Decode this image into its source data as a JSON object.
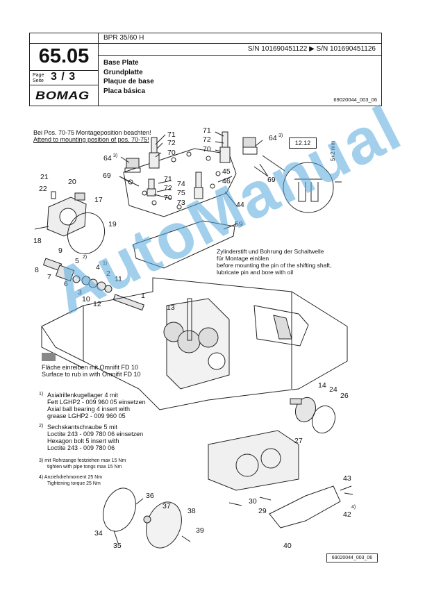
{
  "header": {
    "doc_number": "65.05",
    "page_label_de": "Page",
    "page_label_en": "Seite",
    "page_value": "3 / 3",
    "brand": "BOMAG",
    "model": "BPR 35/60 H",
    "serial_range": "S/N 101690451122  ▶  S/N 101690451126",
    "title_en": "Base Plate",
    "title_de": "Grundplatte",
    "title_fr": "Plaque de base",
    "title_es": "Placa básica",
    "doc_ref": "69020044_003_06"
  },
  "notes": {
    "mounting_de": "Bei Pos. 70-75 Montageposition beachten!",
    "mounting_en": "Attend to mounting position of pos. 70-75!",
    "pin_de1": "Zylinderstift und Bohrung der Schaltwelle",
    "pin_de2": "für Montage einölen",
    "pin_en1": "before mounting the pin of the shifting shaft,",
    "pin_en2": "lubricate pin and bore with oil",
    "surface_de": "Fläche einreiben mit Omnifit FD 10",
    "surface_en": "Surface to rub in with Omnifit FD 10",
    "fn1_num": "1)",
    "fn1_l1": "Axialrillenkugellager 4 mit",
    "fn1_l2": "Fett LGHP2 - 009 960 05 einsetzen",
    "fn1_l3": "Axial ball bearing 4 insert  with",
    "fn1_l4": "grease LGHP2 - 009 960 05",
    "fn2_num": "2)",
    "fn2_l1": "Sechskantschraube 5 mit",
    "fn2_l2": "Loctite 243 - 009 780 06 einsetzen",
    "fn2_l3": "Hexagon bolt 5 insert  with",
    "fn2_l4": "Loctite 243 - 009 780 06",
    "fn3_num": "3)",
    "fn3_l1": "mit Rohrzange festziehen max 15 Nm",
    "fn3_l2": "tighten with pipe tongs max 15 Nm",
    "fn4_num": "4)",
    "fn4_l1": "Anziehdrehmoment 25 Nm",
    "fn4_l2": "Tightening torque 25 Nm",
    "detail_ref": "12.12",
    "detail_dim": "5+2 mm",
    "footer_ref": "69020044_003_06"
  },
  "callouts": {
    "c1": "1",
    "c2": "2",
    "c3": "3",
    "c4": "4",
    "c4n": "1)",
    "c5": "5",
    "c5n": "2)",
    "c6": "6",
    "c7": "7",
    "c8": "8",
    "c9": "9",
    "c10": "10",
    "c11": "11",
    "c12": "12",
    "c13": "13",
    "c14": "14",
    "c17": "17",
    "c18": "18",
    "c19": "19",
    "c20": "20",
    "c21": "21",
    "c22": "22",
    "c24": "24",
    "c26": "26",
    "c27": "27",
    "c29": "29",
    "c30": "30",
    "c34": "34",
    "c35": "35",
    "c36": "36",
    "c37": "37",
    "c38": "38",
    "c39": "39",
    "c40": "40",
    "c42": "42",
    "c42n": "4)",
    "c43": "43",
    "c44": "44",
    "c45": "45",
    "c46": "46",
    "c59": "59",
    "c64a": "64",
    "c64an": "3)",
    "c64b": "64",
    "c64bn": "3)",
    "c69a": "69",
    "c69b": "69",
    "c70a": "70",
    "c70b": "70",
    "c70c": "70",
    "c71a": "71",
    "c71b": "71",
    "c71c": "71",
    "c72a": "72",
    "c72b": "72",
    "c72c": "72",
    "c73": "73",
    "c74": "74",
    "c75": "75"
  },
  "watermark": "AutoManual"
}
